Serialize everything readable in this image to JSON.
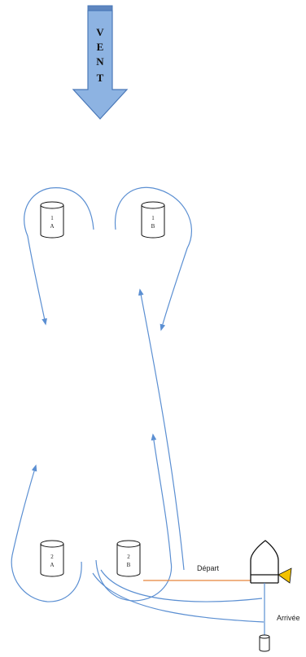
{
  "wind": {
    "letters": [
      "V",
      "E",
      "N",
      "T"
    ],
    "arrow_fill": "#8db3e2",
    "arrow_stroke": "#4a78b8"
  },
  "marks": [
    {
      "id": "1a",
      "line1": "1",
      "line2": "A"
    },
    {
      "id": "1b",
      "line1": "1",
      "line2": "B"
    },
    {
      "id": "2a",
      "line1": "2",
      "line2": "A"
    },
    {
      "id": "2b",
      "line1": "2",
      "line2": "B"
    }
  ],
  "labels": {
    "start": "Départ",
    "finish": "Arrivée"
  },
  "colors": {
    "route": "#5b8fd2",
    "start_line": "#e8833a",
    "flag": "#f2c200",
    "mark_outline": "#111111"
  }
}
